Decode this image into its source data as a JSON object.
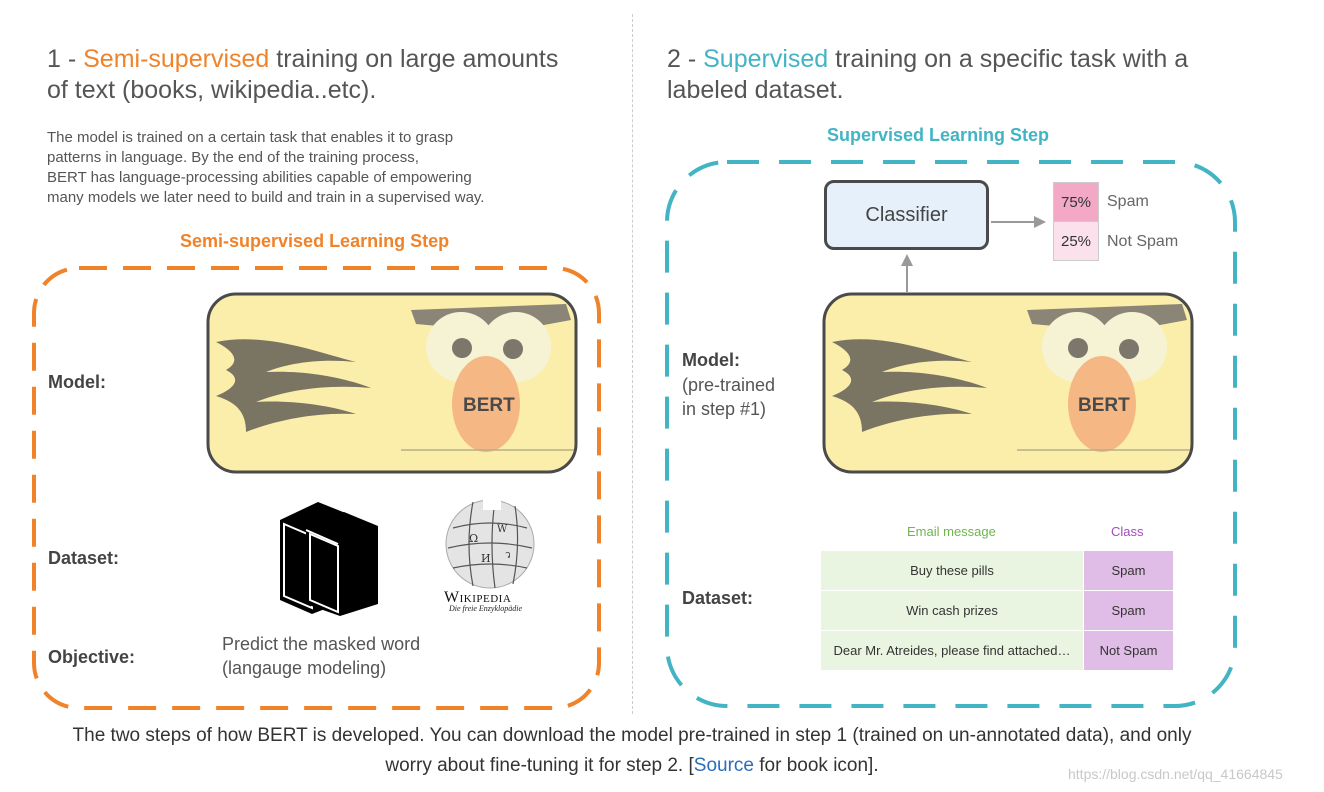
{
  "left": {
    "step_number": "1 - ",
    "step_highlight": "Semi-supervised",
    "step_rest_line1": " training on large amounts",
    "step_rest_line2": "of text (books, wikipedia..etc).",
    "description_lines": [
      "The model is trained on a certain task that enables it to grasp",
      "patterns in language. By the end of the training process,",
      "BERT has language-processing abilities capable of empowering",
      "many models we later need to build and train in a supervised way."
    ],
    "box_title": "Semi-supervised Learning Step",
    "model_label": "Model:",
    "bert_label": "BERT",
    "dataset_label": "Dataset:",
    "wikipedia_wordmark": "Wikipedia",
    "wikipedia_tagline": "Die freie Enzyklopädie",
    "objective_label": "Objective:",
    "objective_line1": "Predict the masked word",
    "objective_line2": "(langauge modeling)"
  },
  "right": {
    "step_number": "2 - ",
    "step_highlight": "Supervised",
    "step_rest_line1": " training on a specific task with a",
    "step_rest_line2": "labeled dataset.",
    "box_title": "Supervised Learning Step",
    "classifier_label": "Classifier",
    "outputs": [
      {
        "pct": "75%",
        "label": "Spam"
      },
      {
        "pct": "25%",
        "label": "Not Spam"
      }
    ],
    "model_label": "Model:",
    "model_sub1": "(pre-trained",
    "model_sub2": "in step #1)",
    "bert_label": "BERT",
    "dataset_label": "Dataset:",
    "table": {
      "header_message": "Email message",
      "header_class": "Class",
      "rows": [
        {
          "message": "Buy these pills",
          "class": "Spam"
        },
        {
          "message": "Win cash prizes",
          "class": "Spam"
        },
        {
          "message": "Dear Mr. Atreides, please find attached…",
          "class": "Not Spam"
        }
      ]
    }
  },
  "caption": {
    "line1": "The two steps of how BERT is developed. You can download the model pre-trained in step 1 (trained on un-annotated data), and only",
    "line2_pre": "worry about fine-tuning it for step 2. [",
    "line2_link": "Source",
    "line2_post": " for book icon]."
  },
  "watermark": "https://blog.csdn.net/qq_41664845",
  "colors": {
    "orange": "#f0832a",
    "teal": "#42b4c4",
    "bert_body": "#fbeeaa",
    "bert_nose": "#f5b885",
    "classifier_fill": "#e6f0fb",
    "spam_75": "#f3a9c6",
    "spam_25": "#fbe1ec"
  }
}
